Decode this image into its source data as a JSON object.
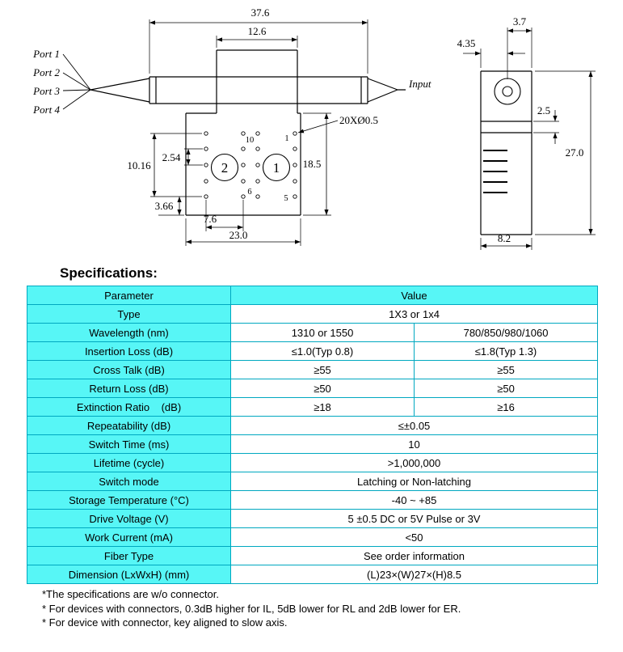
{
  "colors": {
    "table_cell_bg": "#57F6F6",
    "table_border": "#00A8C0",
    "drawing_stroke": "#000000"
  },
  "drawing": {
    "front_view": {
      "port_labels": [
        "Port 1",
        "Port 2",
        "Port 3",
        "Port 4"
      ],
      "input_label": "Input",
      "rotor_left": "2",
      "rotor_right": "1",
      "pin_top_left": "10",
      "pin_top_right": "1",
      "pin_bottom_left": "6",
      "pin_bottom_right": "5",
      "dims": {
        "overall_length": "37.6",
        "top_width": "12.6",
        "holes_note": "20XØ0.5",
        "body_height": "18.5",
        "pin_row_span": "10.16",
        "pin_pitch": "2.54",
        "pin_bottom_offset": "3.66",
        "pin_col_span": "7.6",
        "body_width": "23.0"
      }
    },
    "side_view": {
      "dims": {
        "lens_offset_right": "3.7",
        "lens_offset_left": "4.35",
        "step": "2.5",
        "height": "27.0",
        "depth": "8.2"
      }
    }
  },
  "specifications": {
    "heading": "Specifications:",
    "table": {
      "header": {
        "parameter": "Parameter",
        "value": "Value"
      },
      "rows": [
        {
          "param": "Type",
          "values": [
            "1X3 or 1x4"
          ]
        },
        {
          "param": "Wavelength (nm)",
          "values": [
            "1310 or 1550",
            "780/850/980/1060"
          ]
        },
        {
          "param": "Insertion Loss (dB)",
          "values": [
            "≤1.0(Typ 0.8)",
            "≤1.8(Typ 1.3)"
          ]
        },
        {
          "param": "Cross Talk (dB)",
          "values": [
            "≥55",
            "≥55"
          ]
        },
        {
          "param": "Return Loss (dB)",
          "values": [
            "≥50",
            "≥50"
          ]
        },
        {
          "param": "Extinction Ratio    (dB)",
          "values": [
            "≥18",
            "≥16"
          ]
        },
        {
          "param": "Repeatability (dB)",
          "values": [
            "≤±0.05"
          ]
        },
        {
          "param": "Switch Time (ms)",
          "values": [
            "10"
          ]
        },
        {
          "param": "Lifetime (cycle)",
          "values": [
            ">1,000,000"
          ]
        },
        {
          "param": "Switch mode",
          "values": [
            "Latching or Non-latching"
          ]
        },
        {
          "param": "Storage Temperature (°C)",
          "values": [
            "-40 ~ +85"
          ]
        },
        {
          "param": "Drive Voltage (V)",
          "values": [
            "5 ±0.5 DC or 5V Pulse or 3V"
          ]
        },
        {
          "param": "Work Current (mA)",
          "values": [
            "<50"
          ]
        },
        {
          "param": "Fiber Type",
          "values": [
            "See order information"
          ]
        },
        {
          "param": "Dimension (LxWxH) (mm)",
          "values": [
            "(L)23×(W)27×(H)8.5"
          ]
        }
      ]
    },
    "footnotes": [
      "*The specifications are w/o connector.",
      "* For devices with connectors, 0.3dB higher for IL, 5dB lower for RL and 2dB lower for ER.",
      "* For device with connector, key aligned to slow axis."
    ]
  }
}
